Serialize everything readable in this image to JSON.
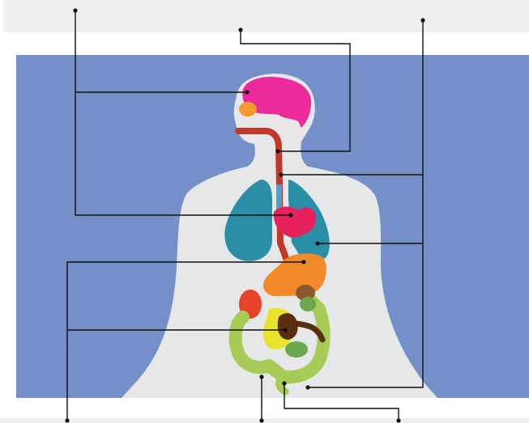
{
  "colors": {
    "background": "#ffffff",
    "top_band": "#eeefef",
    "bottom_band": "#eeefef",
    "panel": "#7590c8",
    "body_silhouette": "#e6e7e8",
    "brain": "#ec2b9b",
    "pituitary": "#f39a2e",
    "esophagus": "#c0392b",
    "trachea_rings": "#4aa3c8",
    "lungs": "#2a8fa6",
    "heart": "#e8215d",
    "stomach": "#f28a2b",
    "liver_spleen": "#f39a2e",
    "kidney": "#e5432b",
    "small_intestine_yellow": "#e9e32c",
    "gallbladder": "#8a5a2b",
    "pancreas_dark": "#5a2d0c",
    "large_intestine": "#a6cc55",
    "small_intestine_green": "#6aa84f",
    "leader_line": "#111111"
  },
  "diagram": {
    "labels": [],
    "callouts": [
      {
        "name": "brain-heart-callout",
        "organs": [
          "brain",
          "heart"
        ]
      },
      {
        "name": "esophagus-callout",
        "organs": [
          "esophagus"
        ]
      },
      {
        "name": "airway-lung-colon-callout",
        "organs": [
          "trachea",
          "lungs",
          "large-intestine"
        ]
      },
      {
        "name": "stomach-liver-callout",
        "organs": [
          "stomach",
          "liver"
        ]
      },
      {
        "name": "lower-abdomen-callout",
        "organs": [
          "abdomen"
        ]
      },
      {
        "name": "rectum-callout",
        "organs": [
          "rectum"
        ]
      }
    ]
  }
}
